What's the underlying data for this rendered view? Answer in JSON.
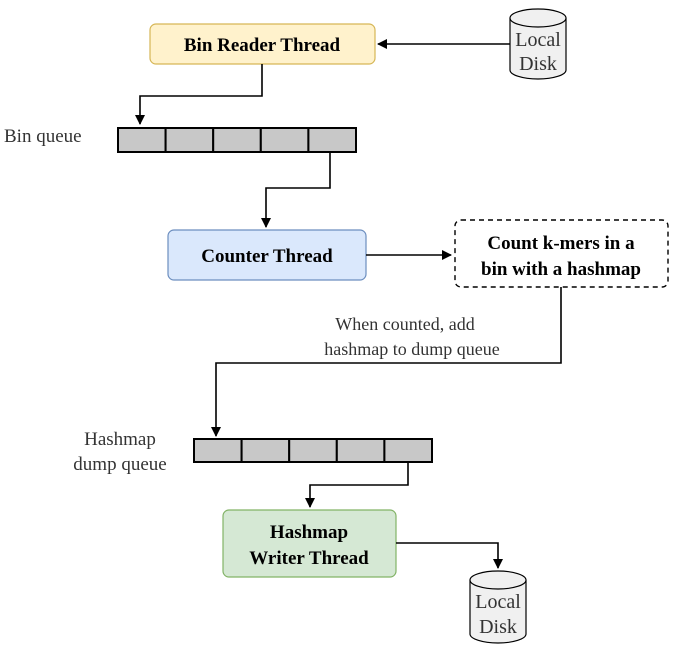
{
  "nodes": {
    "bin_reader": {
      "label": "Bin Reader Thread",
      "fill": "#fff2cc",
      "stroke": "#d6b656"
    },
    "local_disk_top": {
      "line1": "Local",
      "line2": "Disk"
    },
    "bin_queue": {
      "label": "Bin queue",
      "slot_count": 5
    },
    "counter": {
      "label": "Counter Thread",
      "fill": "#dae8fc",
      "stroke": "#6c8ebf"
    },
    "count_note": {
      "line1": "Count k-mers in a",
      "line2": "bin with a hashmap"
    },
    "dump_annotation": {
      "line1": "When counted, add",
      "line2": "hashmap to dump queue"
    },
    "hashmap_queue": {
      "line1": "Hashmap",
      "line2": "dump queue",
      "slot_count": 5
    },
    "writer": {
      "line1": "Hashmap",
      "line2": "Writer Thread",
      "fill": "#d5e8d4",
      "stroke": "#82b366"
    },
    "local_disk_bottom": {
      "line1": "Local",
      "line2": "Disk"
    }
  },
  "colors": {
    "queue_slot": "#c8c8c8",
    "cylinder_fill": "#f0f0f0",
    "edge": "#000000"
  }
}
